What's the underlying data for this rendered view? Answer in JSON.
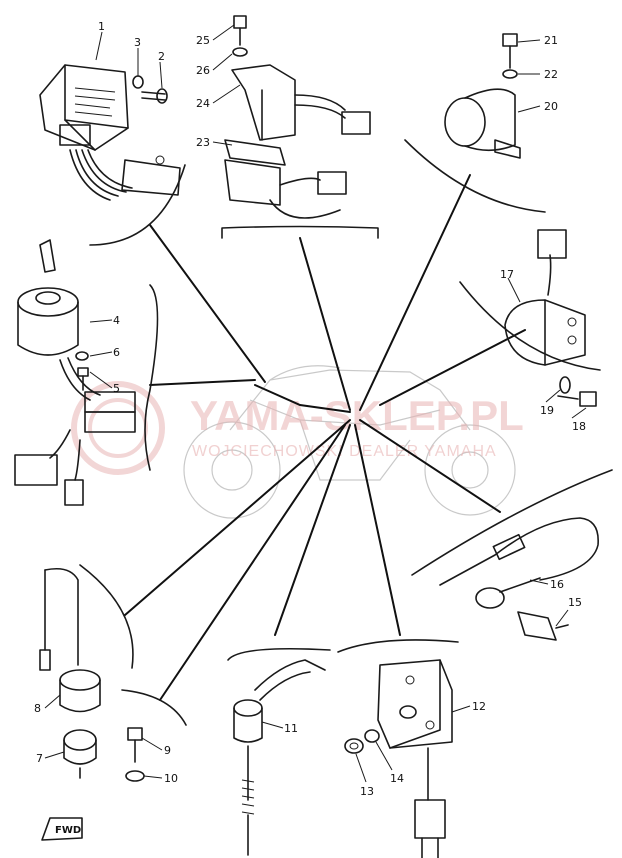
{
  "watermark": {
    "brand": "YAMA-SKLEP.PL",
    "tagline": "WOJCIECHOWSKI DEALER YAMAHA"
  },
  "fwd_label": "FWD",
  "parts": [
    {
      "id": "1",
      "label": "1"
    },
    {
      "id": "2",
      "label": "2"
    },
    {
      "id": "3",
      "label": "3"
    },
    {
      "id": "4",
      "label": "4"
    },
    {
      "id": "5",
      "label": "5"
    },
    {
      "id": "6",
      "label": "6"
    },
    {
      "id": "7",
      "label": "7"
    },
    {
      "id": "8",
      "label": "8"
    },
    {
      "id": "9",
      "label": "9"
    },
    {
      "id": "10",
      "label": "10"
    },
    {
      "id": "11",
      "label": "11"
    },
    {
      "id": "12",
      "label": "12"
    },
    {
      "id": "13",
      "label": "13"
    },
    {
      "id": "14",
      "label": "14"
    },
    {
      "id": "15",
      "label": "15"
    },
    {
      "id": "16",
      "label": "16"
    },
    {
      "id": "17",
      "label": "17"
    },
    {
      "id": "18",
      "label": "18"
    },
    {
      "id": "19",
      "label": "19"
    },
    {
      "id": "20",
      "label": "20"
    },
    {
      "id": "21",
      "label": "21"
    },
    {
      "id": "22",
      "label": "22"
    },
    {
      "id": "23",
      "label": "23"
    },
    {
      "id": "24",
      "label": "24"
    },
    {
      "id": "25",
      "label": "25"
    },
    {
      "id": "26",
      "label": "26"
    }
  ]
}
